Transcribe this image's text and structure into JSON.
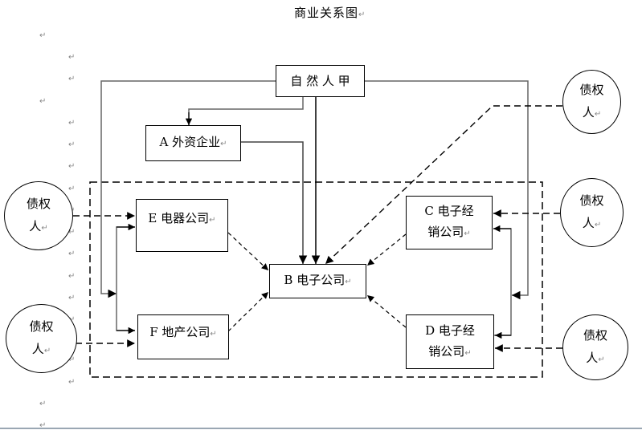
{
  "title": "商业关系图",
  "paragraph_mark": "↵",
  "nodes": {
    "person_jia": {
      "label": "自 然 人 甲"
    },
    "company_a": {
      "letter": "A",
      "label": "外资企业"
    },
    "company_b": {
      "letter": "B",
      "label": "电子公司"
    },
    "company_c": {
      "letter": "C",
      "label_line1": "电子经",
      "label_line2": "销公司"
    },
    "company_d": {
      "letter": "D",
      "label_line1": "电子经",
      "label_line2": "销公司"
    },
    "company_e": {
      "letter": "E",
      "label": "电器公司"
    },
    "company_f": {
      "letter": "F",
      "label": "地产公司"
    },
    "creditors": [
      {
        "id": "creditor-top-right",
        "line1": "债权",
        "line2": "人"
      },
      {
        "id": "creditor-right-upper",
        "line1": "债权",
        "line2": "人"
      },
      {
        "id": "creditor-right-lower",
        "line1": "债权",
        "line2": "人"
      },
      {
        "id": "creditor-left-upper",
        "line1": "债权",
        "line2": "人"
      },
      {
        "id": "creditor-left-lower",
        "line1": "债权",
        "line2": "人"
      }
    ]
  },
  "edges": [
    {
      "from": "自然人甲",
      "to": "A 外资企业",
      "style": "solid"
    },
    {
      "from": "自然人甲",
      "to": "B 电子公司",
      "style": "solid"
    },
    {
      "from": "自然人甲",
      "to": "E/F 线",
      "style": "solid"
    },
    {
      "from": "自然人甲",
      "to": "C/D 线",
      "style": "solid"
    },
    {
      "from": "A 外资企业",
      "to": "B 电子公司",
      "style": "solid"
    },
    {
      "from": "E 电器公司",
      "to": "B 电子公司",
      "style": "dashed"
    },
    {
      "from": "F 地产公司",
      "to": "B 电子公司",
      "style": "dashed"
    },
    {
      "from": "C 电子经销公司",
      "to": "B 电子公司",
      "style": "dashed"
    },
    {
      "from": "D 电子经销公司",
      "to": "B 电子公司",
      "style": "dashed"
    },
    {
      "from": "债权人(右上)",
      "to": "B 电子公司",
      "style": "dashed"
    },
    {
      "from": "债权人(左上)",
      "to": "E 电器公司",
      "style": "dashed"
    },
    {
      "from": "债权人(左下)",
      "to": "F 地产公司",
      "style": "dashed"
    },
    {
      "from": "债权人(右中)",
      "to": "C 电子经销公司",
      "style": "dashed"
    },
    {
      "from": "债权人(右下)",
      "to": "D 电子经销公司",
      "style": "dashed"
    }
  ]
}
